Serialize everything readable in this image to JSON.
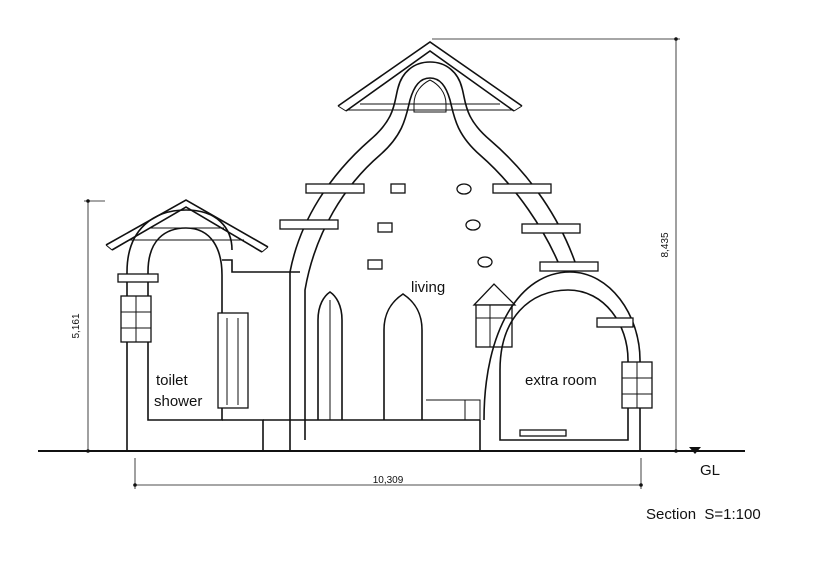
{
  "labels": {
    "living": "living",
    "toilet": "toilet",
    "shower": "shower",
    "extra_room": "extra room",
    "ground_level": "GL",
    "caption": "Section  S=1:100"
  },
  "dimensions": {
    "height_left": "5,161",
    "height_right": "8,435",
    "width_total": "10,309"
  }
}
